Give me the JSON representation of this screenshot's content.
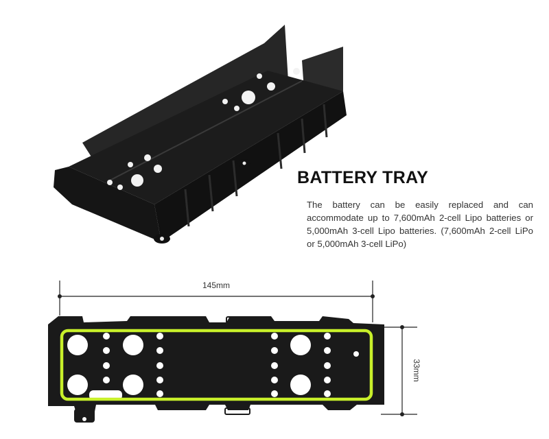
{
  "product": {
    "title": "BATTERY TRAY",
    "description": "The battery can be easily replaced and can accommodate up to 7,600mAh 2-cell Lipo batteries or 5,000mAh 3-cell Lipo batteries. (7,600mAh 2-cell LiPo or 5,000mAh 3-cell LiPo)"
  },
  "dimensions": {
    "length_label": "145mm",
    "width_label": "33mm"
  },
  "colors": {
    "tray_body": "#1a1a1a",
    "battery_outline": "#c8f02a",
    "text": "#333333"
  }
}
